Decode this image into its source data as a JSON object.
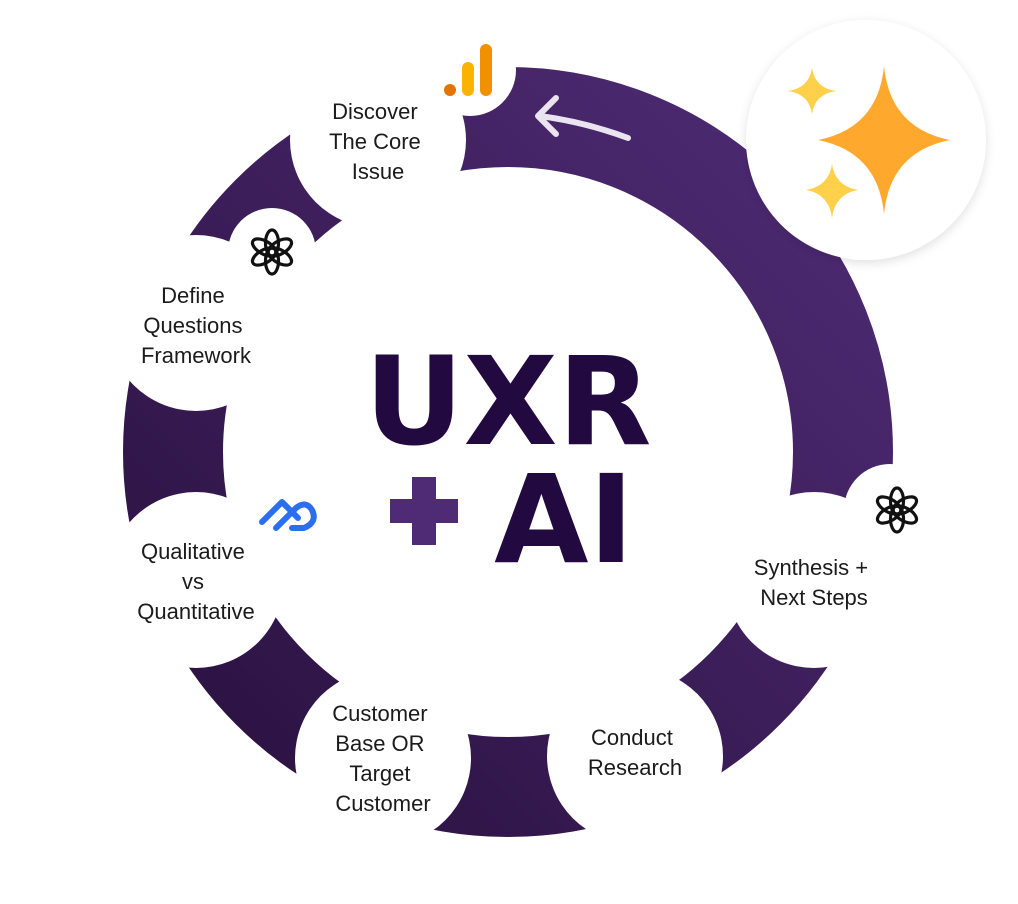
{
  "title": {
    "line1": "UXR",
    "line2": "AI",
    "plus": "+"
  },
  "colors": {
    "ring_dark": "#2a1140",
    "ring_light": "#4e2b74",
    "title": "#22093f",
    "plus": "#4e2b74",
    "node_fill": "#ffffff",
    "star_orange": "#ffa82e",
    "star_yellow": "#ffd04a",
    "analytics_orange": "#f29100",
    "analytics_yellow": "#fbb300",
    "cloud_blue": "#2b6ff0"
  },
  "steps": [
    {
      "id": "discover",
      "lines": [
        "Discover",
        "The Core",
        "Issue"
      ],
      "tool_icon": "analytics-icon"
    },
    {
      "id": "define",
      "lines": [
        "Define",
        "Questions",
        "Framework"
      ],
      "tool_icon": "openai-icon"
    },
    {
      "id": "qualitative",
      "lines": [
        "Qualitative",
        "vs",
        "Quantitative"
      ],
      "tool_icon": "cloud-logo-icon"
    },
    {
      "id": "customer",
      "lines": [
        "Customer",
        "Base OR",
        "Target",
        "Customer"
      ],
      "tool_icon": ""
    },
    {
      "id": "conduct",
      "lines": [
        "Conduct",
        "Research"
      ],
      "tool_icon": ""
    },
    {
      "id": "synthesis",
      "lines": [
        "Synthesis +",
        "Next Steps"
      ],
      "tool_icon": "openai-icon"
    }
  ],
  "decorations": {
    "arrow_icon": "arrow-left-icon",
    "sparkle_icon": "sparkle-icon"
  }
}
